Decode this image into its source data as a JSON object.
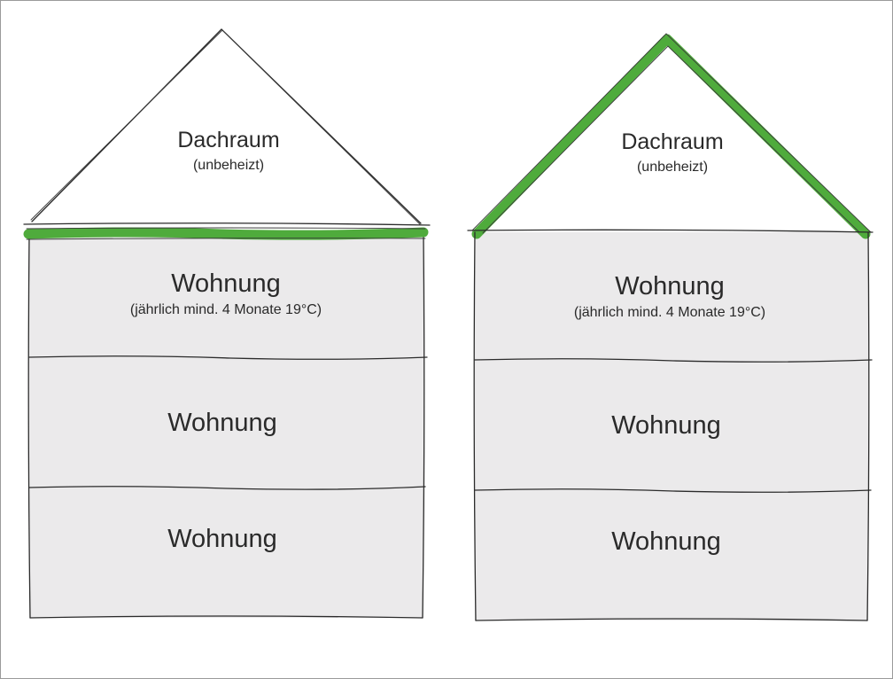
{
  "colors": {
    "insulation": "#4fab3c",
    "floor_fill": "#ebeaeb",
    "line": "#2b2b2b",
    "text": "#2a2a2a"
  },
  "houses": [
    {
      "insulation_position": "top-floor-ceiling",
      "attic_label": "Dachraum",
      "attic_sublabel": "(unbeheizt)",
      "floors": [
        {
          "label": "Wohnung",
          "sublabel": "(jährlich mind. 4 Monate 19°C)"
        },
        {
          "label": "Wohnung",
          "sublabel": ""
        },
        {
          "label": "Wohnung",
          "sublabel": ""
        }
      ]
    },
    {
      "insulation_position": "roof",
      "attic_label": "Dachraum",
      "attic_sublabel": "(unbeheizt)",
      "floors": [
        {
          "label": "Wohnung",
          "sublabel": "(jährlich mind. 4 Monate 19°C)"
        },
        {
          "label": "Wohnung",
          "sublabel": ""
        },
        {
          "label": "Wohnung",
          "sublabel": ""
        }
      ]
    }
  ]
}
